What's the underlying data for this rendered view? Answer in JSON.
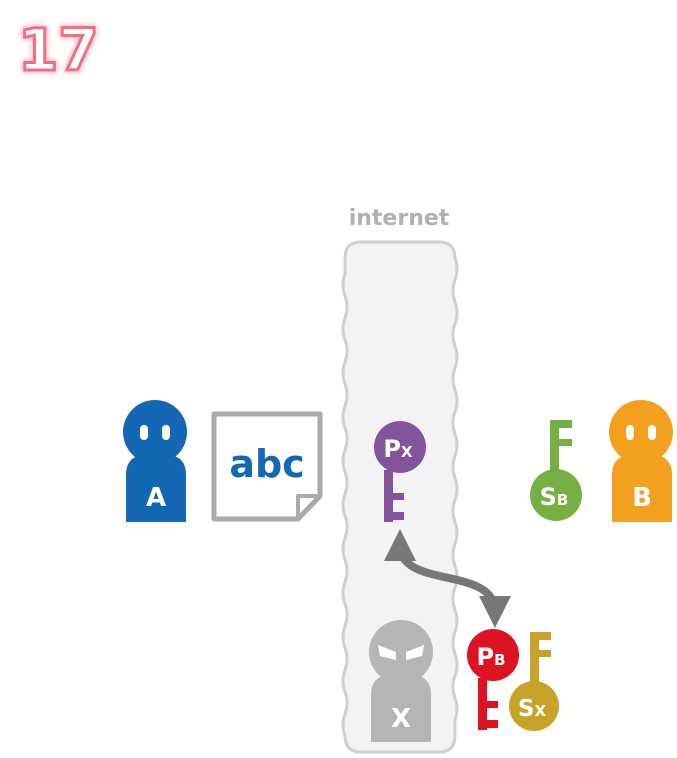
{
  "step_number": "17",
  "internet_label": "internet",
  "colors": {
    "step": "#ef6f83",
    "person_a": "#1467b3",
    "person_b": "#f2a01e",
    "person_x": "#b5b5b5",
    "document_border": "#aaaaaa",
    "document_text": "#1467b3",
    "internet_bg": "#f3f3f3",
    "internet_border": "#cfcfcf",
    "internet_text": "#b0b0b0",
    "key_px": "#83539b",
    "key_sb": "#76b043",
    "key_pb": "#dd1324",
    "key_sx": "#c8a22a",
    "arrow": "#777777"
  },
  "person_a": {
    "label": "A"
  },
  "person_b": {
    "label": "B"
  },
  "person_x": {
    "label": "X"
  },
  "document": {
    "text": "abc"
  },
  "key_px": {
    "main": "P",
    "sub": "X"
  },
  "key_sb": {
    "main": "S",
    "sub": "B"
  },
  "key_pb": {
    "main": "P",
    "sub": "B"
  },
  "key_sx": {
    "main": "S",
    "sub": "X"
  }
}
